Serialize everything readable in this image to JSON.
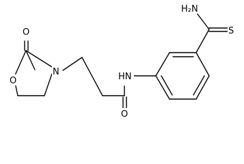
{
  "molecule": {
    "atoms": {
      "carbonyl_o_ring": "O",
      "ring_o": "O",
      "ring_n": "N",
      "amide_nh": "HN",
      "amide_o": "O",
      "thioamide_nh2": "H₂N",
      "thioamide_s": "S"
    }
  }
}
